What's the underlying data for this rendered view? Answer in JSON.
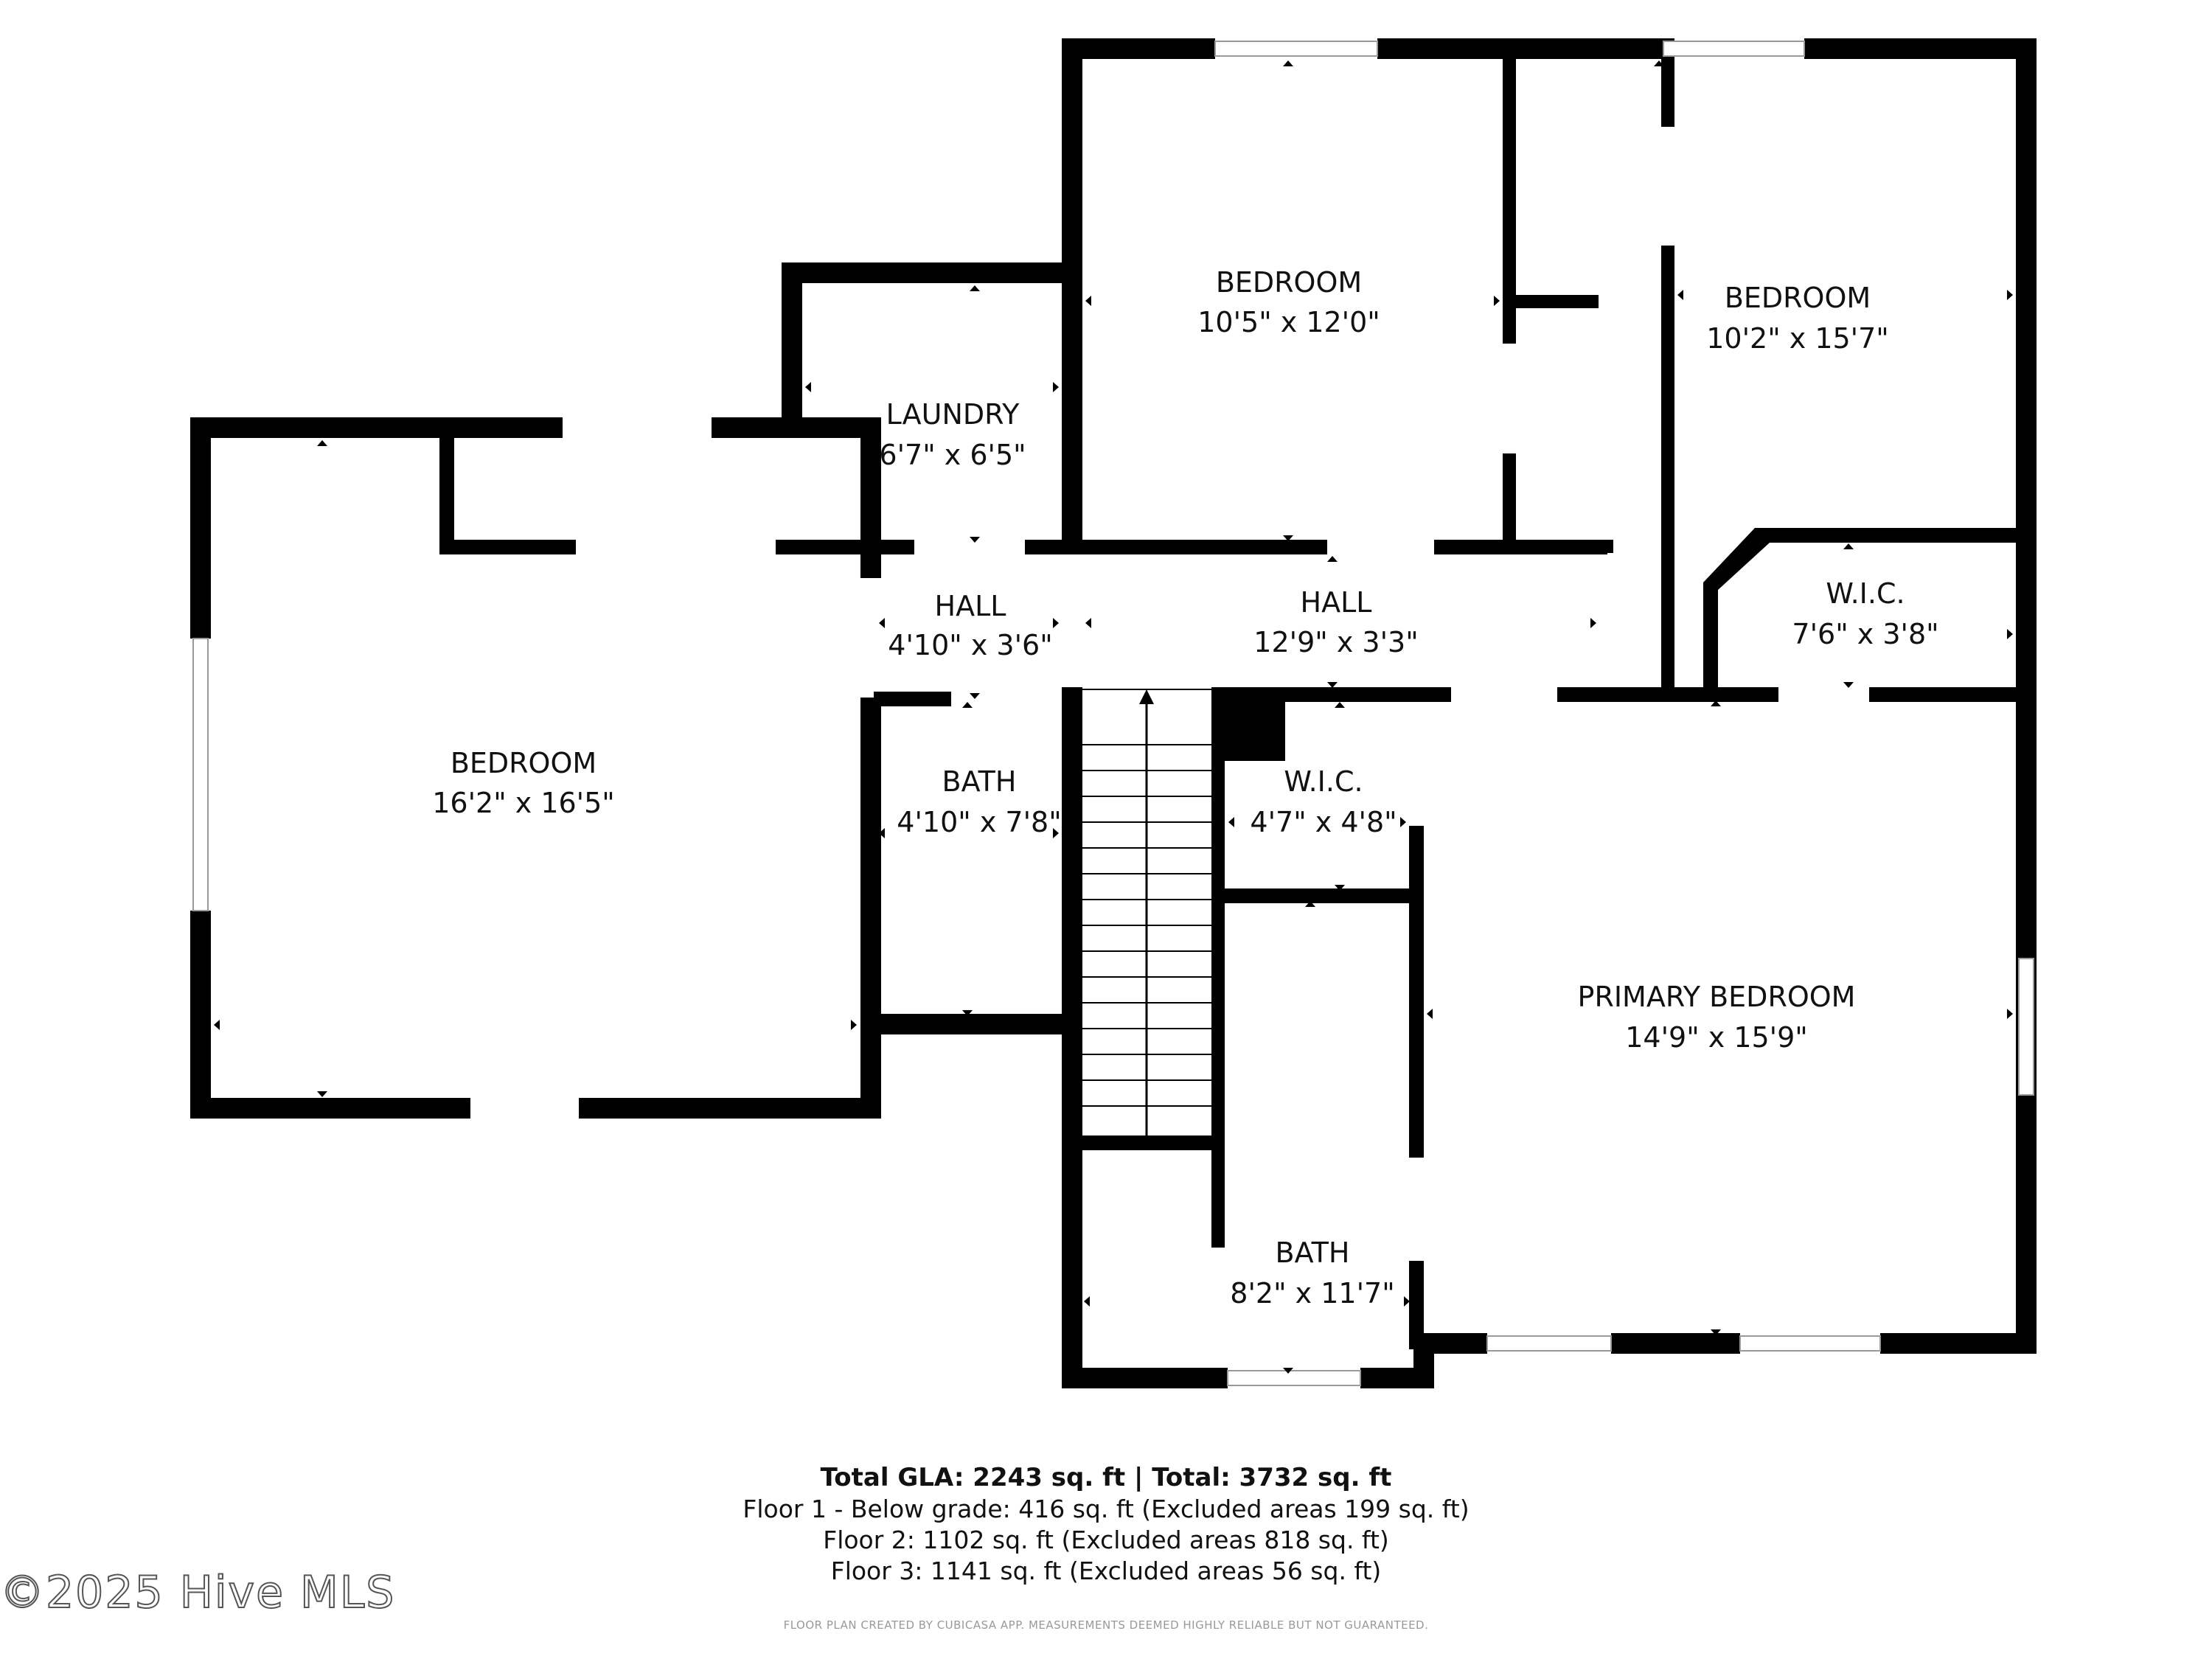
{
  "rooms": {
    "bedroom_left": {
      "name": "BEDROOM",
      "dims": "16'2\" x 16'5\""
    },
    "laundry": {
      "name": "LAUNDRY",
      "dims": "6'7\" x 6'5\""
    },
    "bedroom_center": {
      "name": "BEDROOM",
      "dims": "10'5\" x 12'0\""
    },
    "bedroom_right": {
      "name": "BEDROOM",
      "dims": "10'2\" x 15'7\""
    },
    "hall_small": {
      "name": "HALL",
      "dims": "4'10\" x 3'6\""
    },
    "hall_main": {
      "name": "HALL",
      "dims": "12'9\" x 3'3\""
    },
    "wic_right": {
      "name": "W.I.C.",
      "dims": "7'6\" x 3'8\""
    },
    "bath_upper": {
      "name": "BATH",
      "dims": "4'10\" x 7'8\""
    },
    "wic_center": {
      "name": "W.I.C.",
      "dims": "4'7\" x 4'8\""
    },
    "primary_bedroom": {
      "name": "PRIMARY BEDROOM",
      "dims": "14'9\" x 15'9\""
    },
    "bath_lower": {
      "name": "BATH",
      "dims": "8'2\" x 11'7\""
    }
  },
  "summary": {
    "total": "Total GLA: 2243 sq. ft | Total: 3732 sq. ft",
    "floor1": "Floor 1 - Below grade: 416 sq. ft (Excluded areas 199 sq. ft)",
    "floor2": "Floor 2: 1102 sq. ft (Excluded areas 818 sq. ft)",
    "floor3": "Floor 3: 1141 sq. ft (Excluded areas 56 sq. ft)"
  },
  "watermark": "©2025 Hive MLS",
  "disclaimer": "FLOOR PLAN CREATED BY CUBICASA APP. MEASUREMENTS DEEMED HIGHLY RELIABLE BUT NOT GUARANTEED.",
  "colors": {
    "wall": "#000000",
    "background": "#ffffff",
    "window": "#9a9a9a"
  }
}
